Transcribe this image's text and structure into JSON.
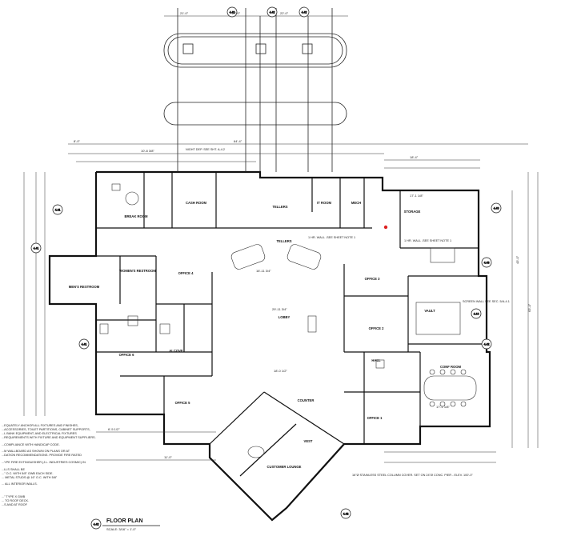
{
  "title": "FLOOR PLAN",
  "scale": "SCALE: 3/16\" = 1'-0\"",
  "rooms": {
    "break": "BREAK ROOM",
    "cash": "CASH ROOM",
    "tellers_top": "TELLERS",
    "it": "IT ROOM",
    "mech": "MECH",
    "storage": "STORAGE",
    "womens": "WOMEN'S RESTROOM",
    "mens": "MEN'S RESTROOM",
    "office4": "OFFICE 4",
    "alcove": "ALCOVE",
    "office6": "OFFICE 6",
    "office5": "OFFICE 5",
    "tellers": "TELLERS",
    "lobby": "LOBBY",
    "counter": "COUNTER",
    "office3": "OFFICE 3",
    "office2": "OFFICE 2",
    "office1": "OFFICE 1",
    "hall": "HALL",
    "vault": "VAULT",
    "conf": "CONF ROOM",
    "customer": "CUSTOMER LOUNGE",
    "vest": "VEST"
  },
  "notes": {
    "screen_wall": "SCREEN WALL SEE SEC. 5/A-4.1",
    "column": "16\"Ø STAINLESS STEEL COLUMN COVER. SET ON 24\"Ø CONC. PIER - ELEV. 100'-0\"",
    "hr_wall_top": "1 HR. WALL -SEE SHEET NOTE 1",
    "hr_wall_right": "1 HR. WALL -SEE SHEET NOTE 1",
    "night_dep": "NIGHT DEP. SEE SHT. A-4.2",
    "general_notes": [
      "...EQUATELY ANCHOR ALL FIXTURES AND FINISHES,",
      "...ACCESSORIES, TOILET PARTITIONS, CABINET SUPPORTS,",
      "...L BANK EQUIPMENT, AND ELECTRICAL FIXTURES",
      "...REQUIREMENTS WITH FIXTURE AND EQUIPMENT SUPPLIERS.",
      "...COMPLIANCE WITH HANDICAP CODE.",
      "...M WALLBOARD AS SHOWN ON PLANS OR AT",
      "...DATION RECOMMENDATIONS. PROVIDE FIRE RATED",
      "...YPE FIRE EXTINGUISHER (J.L. INDUSTRIES COSMIC) IN",
      "...LLS SHALL BE",
      "...\" O.C. WITH 5/8\" GWB EACH SIDE.",
      "... METAL STUDS @ 16\" O.C. WITH 5/8\"",
      "... ALL INTERIOR WALLS.",
      "...\" TYPE X GWB",
      "... TO ROOF DECK.",
      "...S AND AT ROOF"
    ]
  },
  "dims": {
    "top1": "21'-0\"",
    "top2": "27'-0\"",
    "top3": "22'-0\"",
    "left1": "8'-0\"",
    "left2": "10'-8 3/8\"",
    "left3": "64'-4\"",
    "right1": "18'-4\"",
    "right2": "17'-1 1/8\"",
    "mid1": "29'-11 3/4\"",
    "mid2": "16'-11 3/4\"",
    "mid3": "18'-0 1/2\"",
    "side1": "63'-4\"",
    "side2": "43'-0\"",
    "bot1": "6'-5 1/2\"",
    "bot2": "11'-0\"",
    "bot3": "17'-1 1/8\""
  },
  "markers": [
    "4.42",
    "4.42",
    "4.42",
    "4.41",
    "4.41",
    "4.41",
    "4.43",
    "4.43",
    "4.44"
  ]
}
